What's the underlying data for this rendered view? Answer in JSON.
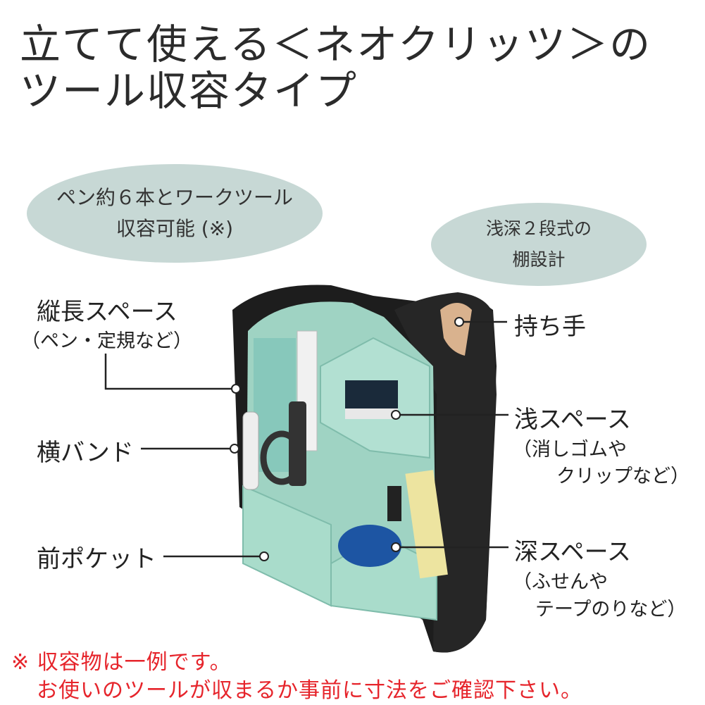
{
  "title": {
    "line1": "立てて使える＜ネオクリッツ＞の",
    "line2": "ツール収容タイプ"
  },
  "bubbles": {
    "capacity": {
      "line1": "ペン約６本とワークツール",
      "line2": "収容可能 (※)"
    },
    "shelf": {
      "line1": "浅深２段式の",
      "line2": "棚設計"
    }
  },
  "labels": {
    "vertical_space": {
      "title": "縦長スペース",
      "sub": "（ペン・定規など）"
    },
    "side_band": {
      "title": "横バンド"
    },
    "front_pocket": {
      "title": "前ポケット"
    },
    "handle": {
      "title": "持ち手"
    },
    "shallow_space": {
      "title": "浅スペース",
      "sub1": "（消しゴムや",
      "sub2": "クリップなど）"
    },
    "deep_space": {
      "title": "深スペース",
      "sub1": "（ふせんや",
      "sub2": "テープのりなど）"
    }
  },
  "note": {
    "line1": "※ 収容物は一例です。",
    "line2": "お使いのツールが収まるか事前に寸法をご確認下さい。"
  },
  "colors": {
    "bubble": "#c7d8d5",
    "case_black": "#1d1d1d",
    "lining_mint": "#9fd3c3",
    "note_red": "#e6242b"
  }
}
